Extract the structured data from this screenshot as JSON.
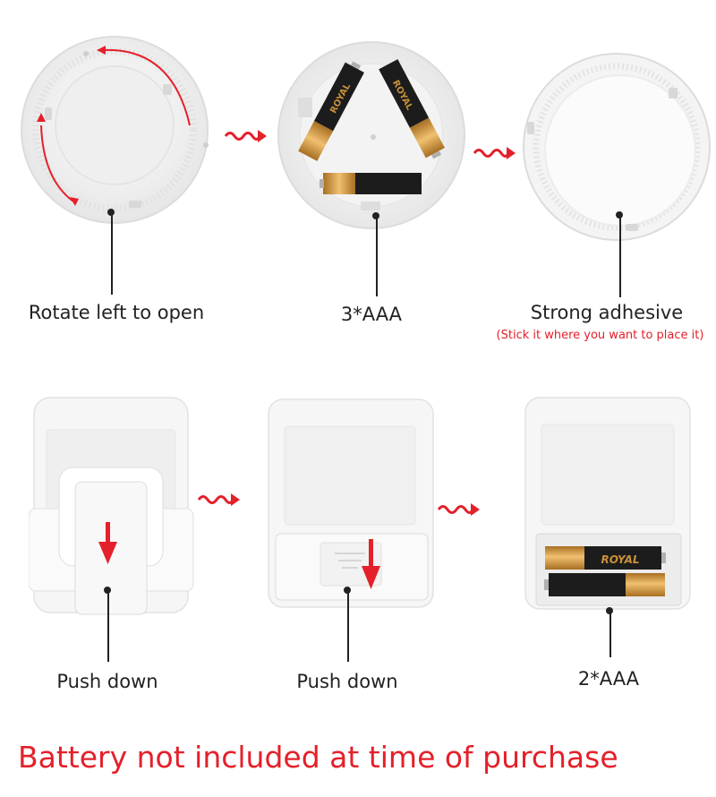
{
  "round_light": {
    "step1_caption": "Rotate left to open",
    "step2_caption": "3*AAA",
    "step3_caption": "Strong adhesive",
    "step3_note": "(Stick it where you want to place it)"
  },
  "square_light": {
    "step1_caption": "Push down",
    "step2_caption": "Push down",
    "step3_caption": "2*AAA"
  },
  "battery_brand": "ROYAL",
  "notice": "Battery not included at time of purchase",
  "colors": {
    "accent_red": "#e4202a",
    "device_white": "#f7f7f7",
    "battery_gold": "#c9913a",
    "battery_black": "#1c1c1c"
  },
  "icons": [
    "rotate-arrow-icon",
    "wavy-arrow-icon",
    "down-arrow-icon"
  ]
}
